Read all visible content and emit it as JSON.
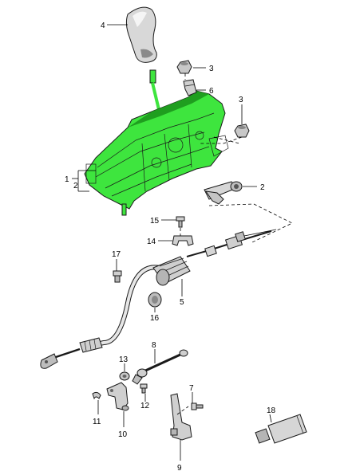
{
  "colors": {
    "highlight": "#3ee53e",
    "highlight_dark": "#1f9e1f",
    "metal_light": "#e6e6e6",
    "metal_mid": "#b5b5b5",
    "metal_dark": "#555555",
    "line": "#000000"
  },
  "callouts": {
    "c1": "1",
    "c2a": "2",
    "c2b": "2",
    "c3a": "3",
    "c3b": "3",
    "c4": "4",
    "c5": "5",
    "c6": "6",
    "c7": "7",
    "c8": "8",
    "c9": "9",
    "c10": "10",
    "c11": "11",
    "c12": "12",
    "c13": "13",
    "c14": "14",
    "c15": "15",
    "c16": "16",
    "c17": "17",
    "c18": "18"
  }
}
